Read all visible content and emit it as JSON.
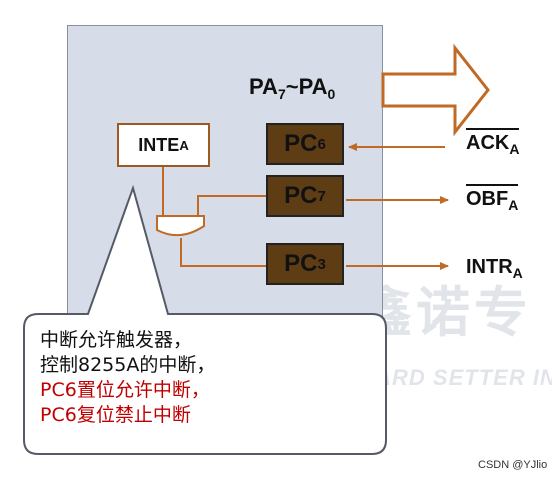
{
  "diagram": {
    "port": {
      "name": "PA",
      "sub_high": "7",
      "sep": "~",
      "name2": "PA",
      "sub_low": "0"
    },
    "inte": {
      "text": "INTE",
      "sub": "A"
    },
    "pc_boxes": [
      {
        "text": "PC",
        "sub": "6"
      },
      {
        "text": "PC",
        "sub": "7"
      },
      {
        "text": "PC",
        "sub": "3"
      }
    ],
    "signals": [
      {
        "text": "ACK",
        "sub": "A",
        "overline": true,
        "direction": "in"
      },
      {
        "text": "OBF",
        "sub": "A",
        "overline": true,
        "direction": "out"
      },
      {
        "text": "INTR",
        "sub": "A",
        "overline": false,
        "direction": "out"
      }
    ],
    "callout_lines": [
      "中断允许触发器，",
      "控制8255A的中断，",
      "PC6置位允许中断，",
      "PC6复位禁止中断"
    ],
    "callout_line_colors": [
      "black",
      "black",
      "red",
      "red"
    ]
  },
  "watermark": {
    "cn": "佳鑫诺专",
    "en": "STANDARD SETTER IN"
  },
  "credit": "CSDN @YJlio",
  "colors": {
    "chip": "#d7dde8",
    "pc_box": "#5e3d14",
    "wire": "#c06a25",
    "callout_text_red": "#c00000"
  }
}
